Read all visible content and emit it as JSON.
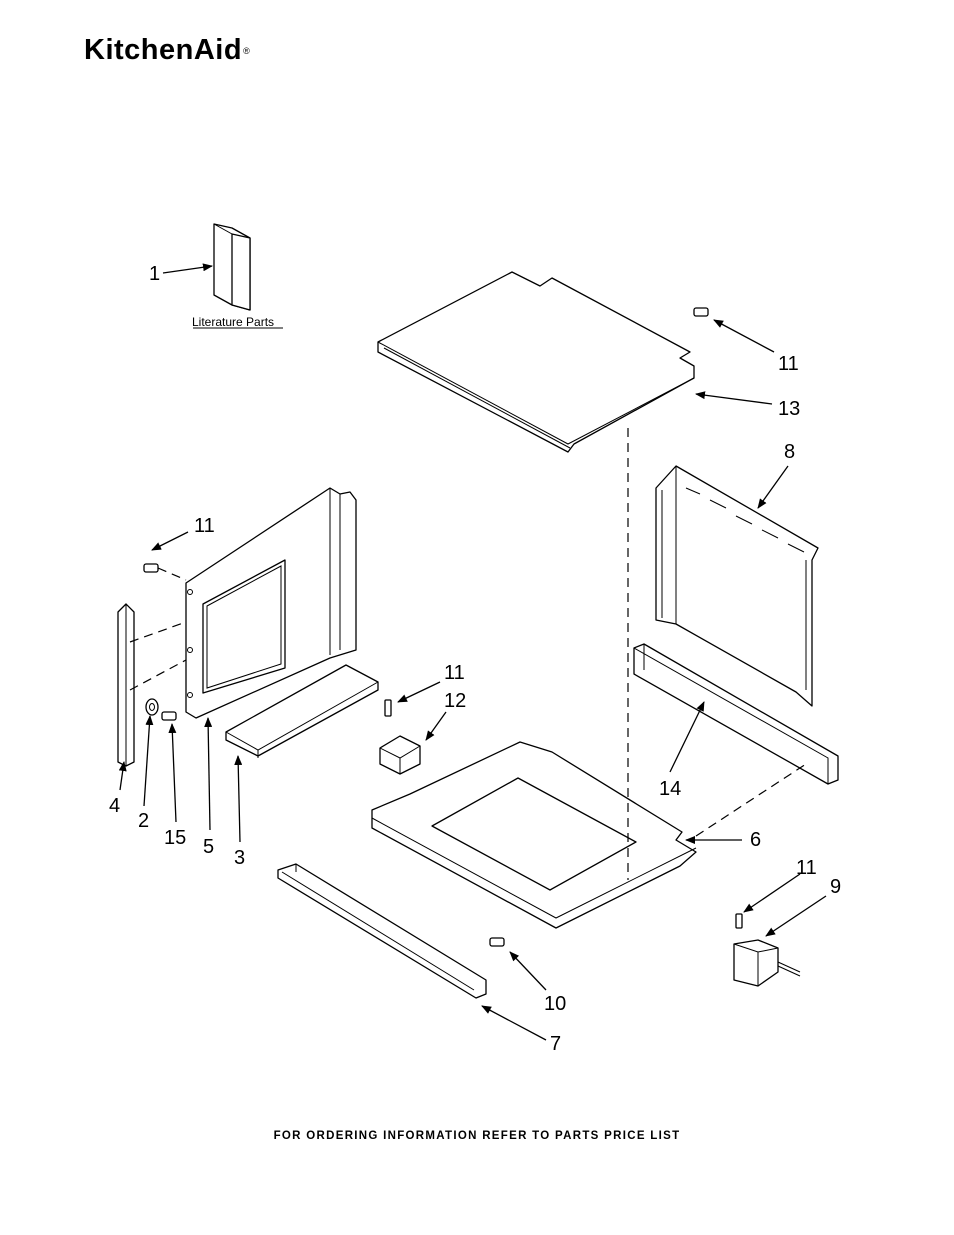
{
  "brand": {
    "logo_text": "KitchenAid",
    "registered_mark": "®"
  },
  "footer_text": "FOR ORDERING INFORMATION REFER TO PARTS PRICE LIST",
  "literature_caption": "Literature Parts",
  "callouts": {
    "c1": "1",
    "c2": "2",
    "c3": "3",
    "c4": "4",
    "c5": "5",
    "c6": "6",
    "c7": "7",
    "c8": "8",
    "c9": "9",
    "c10": "10",
    "c11a": "11",
    "c11b": "11",
    "c11c": "11",
    "c11d": "11",
    "c12": "12",
    "c13": "13",
    "c14": "14",
    "c15": "15"
  }
}
